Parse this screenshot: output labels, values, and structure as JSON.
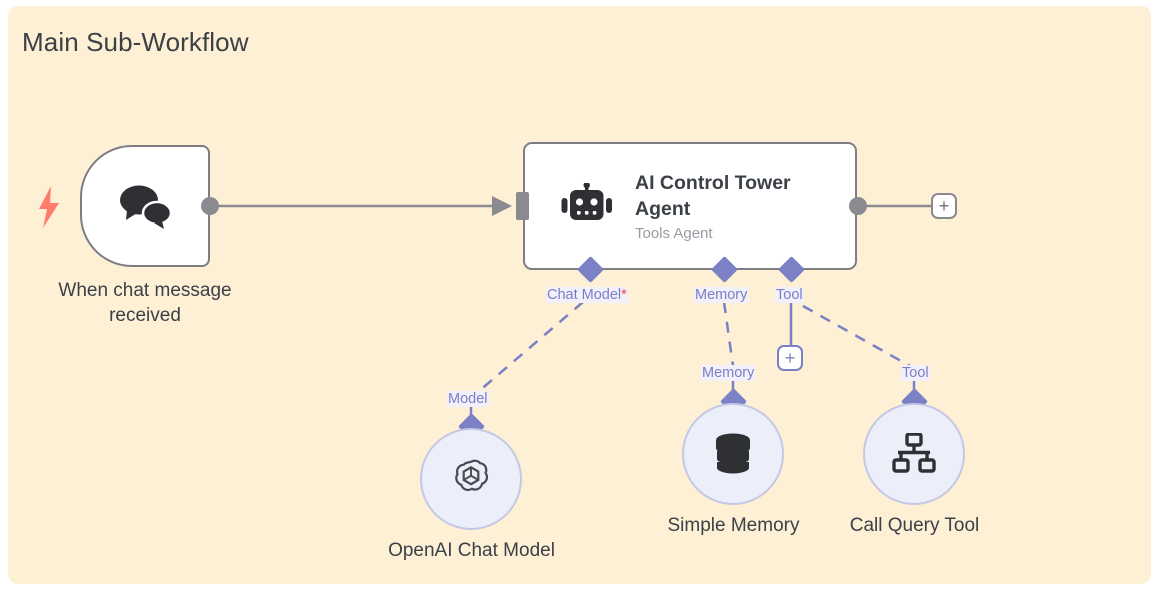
{
  "canvas": {
    "title": "Main Sub-Workflow",
    "background_color": "#fdf0d5",
    "page_background": "#ffffff"
  },
  "colors": {
    "node_border": "#7d7d83",
    "node_fill": "#ffffff",
    "text": "#3c4047",
    "subtitle": "#9a9aa2",
    "connector_purple": "#7b7fc4",
    "sub_node_fill": "#eceefa",
    "sub_node_border": "#c5c8e4",
    "trigger_bolt": "#ff7b6b",
    "required_star": "#e5484d",
    "wire_gray": "#8a8a90"
  },
  "nodes": {
    "trigger": {
      "label_line1": "When chat message",
      "label_line2": "received",
      "icon": "chat-bubbles-icon",
      "badge_icon": "lightning-bolt-icon"
    },
    "agent": {
      "title": "AI Control Tower Agent",
      "subtitle": "Tools Agent",
      "icon": "robot-icon"
    },
    "openai_chat_model": {
      "label": "OpenAI Chat Model",
      "icon": "openai-logo-icon",
      "port_label": "Model"
    },
    "simple_memory": {
      "label": "Simple Memory",
      "icon": "database-icon",
      "port_label": "Memory"
    },
    "call_query_tool": {
      "label": "Call Query Tool",
      "icon": "sitemap-icon",
      "port_label": "Tool"
    }
  },
  "agent_ports": {
    "chat_model": {
      "label": "Chat Model",
      "required_marker": "*"
    },
    "memory": {
      "label": "Memory"
    },
    "tool": {
      "label": "Tool"
    }
  },
  "buttons": {
    "main_add": {
      "label": "+",
      "name": "add-node-button"
    },
    "tool_add": {
      "label": "+",
      "name": "add-tool-button"
    }
  }
}
